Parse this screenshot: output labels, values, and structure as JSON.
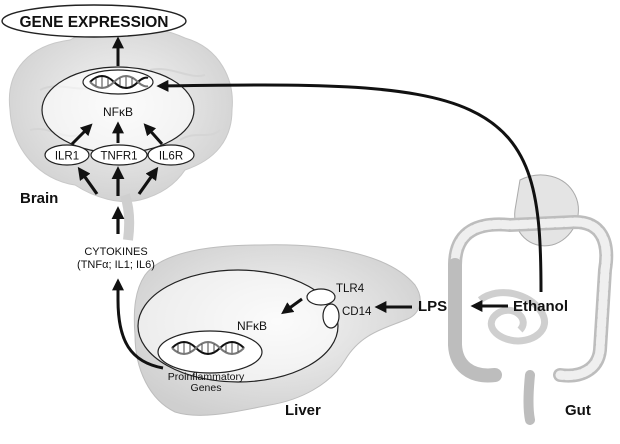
{
  "top_label": "GENE EXPRESSION",
  "brain": {
    "region_label": "Brain",
    "nfkb": "NFκB",
    "receptors": [
      "ILR1",
      "TNFR1",
      "IL6R"
    ]
  },
  "cytokines": {
    "line1": "CYTOKINES",
    "line2": "(TNFα; IL1; IL6)"
  },
  "liver": {
    "region_label": "Liver",
    "nfkb": "NFκB",
    "receptors": [
      "TLR4",
      "CD14"
    ],
    "genes_line1": "Proinflammatory",
    "genes_line2": "Genes"
  },
  "gut": {
    "region_label": "Gut",
    "lps": "LPS",
    "ethanol": "Ethanol"
  }
}
